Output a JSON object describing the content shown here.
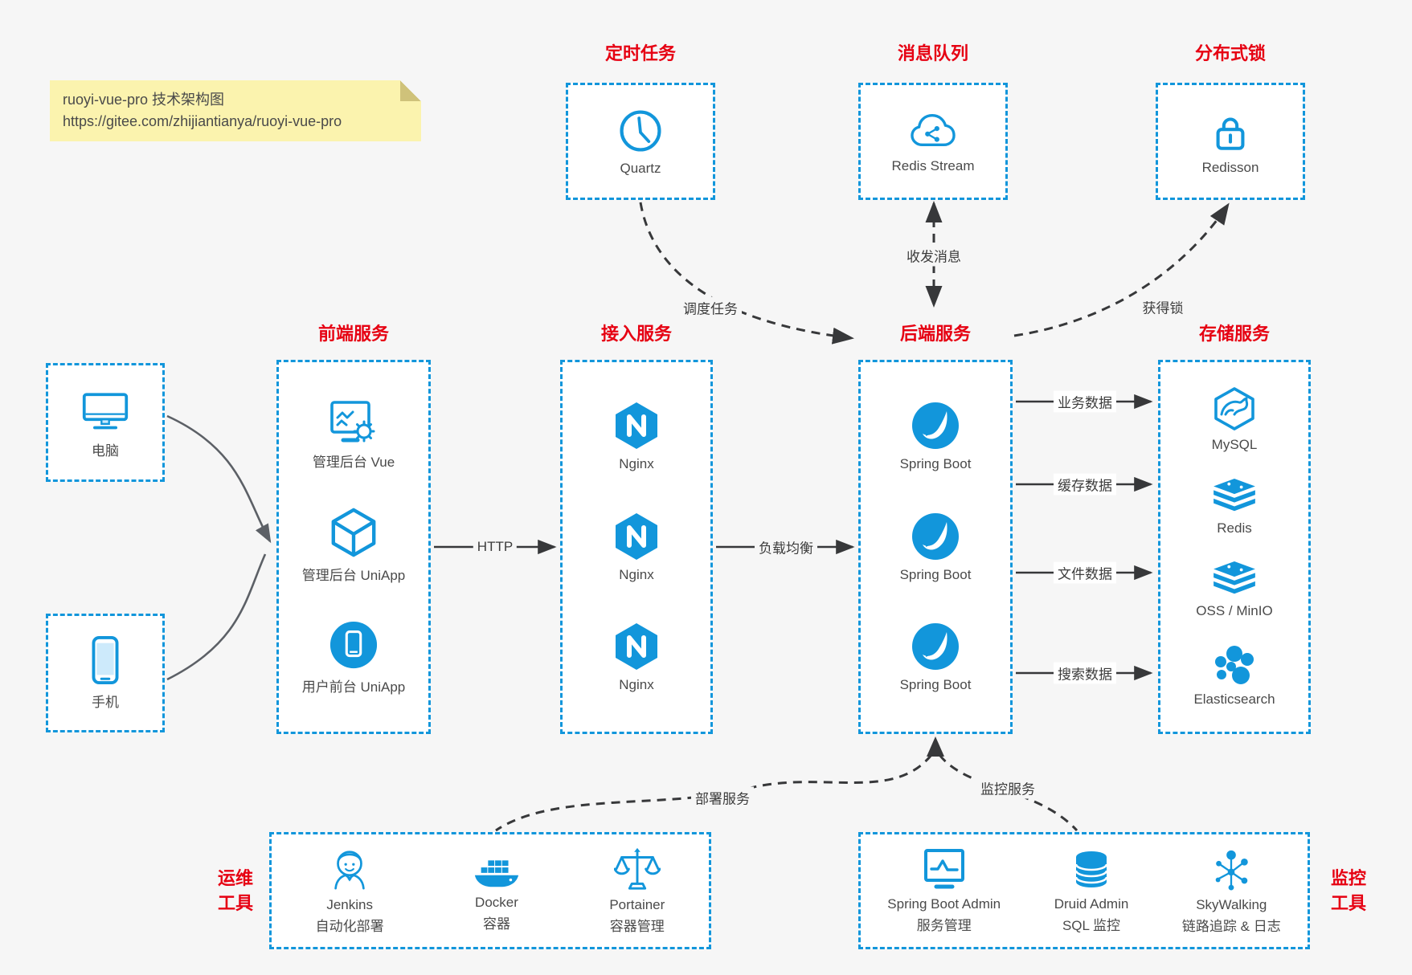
{
  "note": {
    "title": "ruoyi-vue-pro 技术架构图",
    "url": "https://gitee.com/zhijiantianya/ruoyi-vue-pro"
  },
  "colors": {
    "accent_blue": "#1296db",
    "title_red": "#e60012",
    "arrow_dark": "#37383a",
    "note_bg": "#fbf3ae"
  },
  "top_groups": [
    {
      "title": "定时任务",
      "label": "Quartz",
      "icon": "clock-icon"
    },
    {
      "title": "消息队列",
      "label": "Redis Stream",
      "icon": "cloud-share-icon"
    },
    {
      "title": "分布式锁",
      "label": "Redisson",
      "icon": "lock-icon"
    }
  ],
  "clients": [
    {
      "label": "电脑",
      "icon": "desktop-icon"
    },
    {
      "label": "手机",
      "icon": "phone-icon"
    }
  ],
  "columns": {
    "frontend": {
      "title": "前端服务",
      "items": [
        {
          "label": "管理后台 Vue",
          "icon": "admin-vue-icon"
        },
        {
          "label": "管理后台 UniApp",
          "icon": "cube-icon"
        },
        {
          "label": "用户前台 UniApp",
          "icon": "user-app-icon"
        }
      ]
    },
    "gateway": {
      "title": "接入服务",
      "items": [
        {
          "label": "Nginx",
          "icon": "nginx-icon"
        },
        {
          "label": "Nginx",
          "icon": "nginx-icon"
        },
        {
          "label": "Nginx",
          "icon": "nginx-icon"
        }
      ]
    },
    "backend": {
      "title": "后端服务",
      "items": [
        {
          "label": "Spring Boot",
          "icon": "spring-icon"
        },
        {
          "label": "Spring Boot",
          "icon": "spring-icon"
        },
        {
          "label": "Spring Boot",
          "icon": "spring-icon"
        }
      ]
    },
    "storage": {
      "title": "存储服务",
      "items": [
        {
          "label": "MySQL",
          "icon": "mysql-icon"
        },
        {
          "label": "Redis",
          "icon": "redis-stack-icon"
        },
        {
          "label": "OSS / MinIO",
          "icon": "oss-stack-icon"
        },
        {
          "label": "Elasticsearch",
          "icon": "elasticsearch-icon"
        }
      ]
    }
  },
  "ops": {
    "title_line1": "运维",
    "title_line2": "工具",
    "items": [
      {
        "name": "Jenkins",
        "sub": "自动化部署",
        "icon": "jenkins-icon"
      },
      {
        "name": "Docker",
        "sub": "容器",
        "icon": "docker-icon"
      },
      {
        "name": "Portainer",
        "sub": "容器管理",
        "icon": "portainer-icon"
      }
    ]
  },
  "monitoring": {
    "title_line1": "监控",
    "title_line2": "工具",
    "items": [
      {
        "name": "Spring Boot Admin",
        "sub": "服务管理",
        "icon": "spring-boot-admin-icon"
      },
      {
        "name": "Druid Admin",
        "sub": "SQL 监控",
        "icon": "druid-icon"
      },
      {
        "name": "SkyWalking",
        "sub": "链路追踪 & 日志",
        "icon": "skywalking-icon"
      }
    ]
  },
  "edges": {
    "http": "HTTP",
    "load_balance": "负载均衡",
    "schedule": "调度任务",
    "message": "收发消息",
    "lock": "获得锁",
    "business_data": "业务数据",
    "cache_data": "缓存数据",
    "file_data": "文件数据",
    "search_data": "搜索数据",
    "deploy": "部署服务",
    "monitor": "监控服务"
  }
}
